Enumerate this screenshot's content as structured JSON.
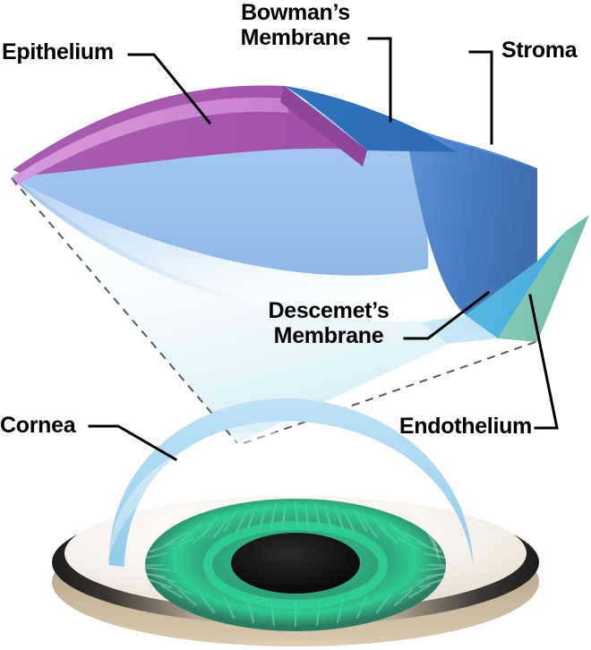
{
  "diagram": {
    "title": "Cornea layers cross-section",
    "background": "#ffffff"
  },
  "labels": {
    "epithelium": "Epithelium",
    "bowmans": "Bowman’s\nMembrane",
    "stroma": "Stroma",
    "descemets": "Descemet’s\nMembrane",
    "endothelium": "Endothelium",
    "cornea": "Cornea"
  },
  "layers": [
    {
      "name": "Epithelium",
      "color": "#a259ab",
      "edge_color": "#cf8fd4"
    },
    {
      "name": "Bowman's Membrane",
      "color": "#2f74bf",
      "edge_color": "#2a5fa0"
    },
    {
      "name": "Stroma",
      "color": "#5389d4",
      "edge_color": "#3f6fb5"
    },
    {
      "name": "Descemet's Membrane",
      "color": "#4fb3e0",
      "edge_color": "#3f9ecb"
    },
    {
      "name": "Endothelium",
      "color": "#7fc6b4",
      "edge_color": "#63b39f"
    }
  ],
  "eye": {
    "iris_color": "#2f8f6e",
    "iris_highlight": "#31c58e",
    "pupil_color": "#000000",
    "sclera_color": "#f2ece4",
    "cornea_arc_color": "#a8d8f0",
    "limbus_shadow": "#2b2b2b",
    "base_shadow": "#b9a98f"
  },
  "leader_line": {
    "color": "#000000",
    "width": 3
  },
  "dashed_guide": {
    "color": "#5a5a5a",
    "width": 2,
    "dash": "9 7"
  }
}
